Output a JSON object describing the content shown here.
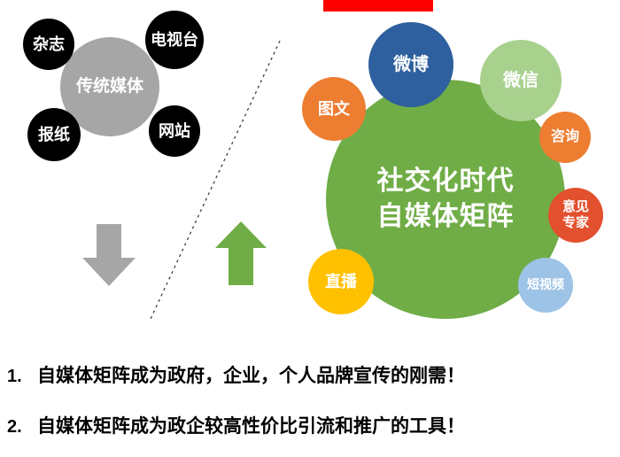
{
  "top_bar": {
    "color": "#ff0000"
  },
  "divider": {
    "color": "#3f3f3f"
  },
  "arrows": {
    "down_color": "#a6a6a6",
    "up_color": "#70ad47"
  },
  "left_cluster": {
    "center": {
      "label": "传统媒体",
      "color": "#a6a6a6"
    },
    "satellites": [
      {
        "label": "杂志",
        "color": "#000000"
      },
      {
        "label": "电视台",
        "color": "#000000"
      },
      {
        "label": "报纸",
        "color": "#000000"
      },
      {
        "label": "网站",
        "color": "#000000"
      }
    ]
  },
  "right_cluster": {
    "center": {
      "line1": "社交化时代",
      "line2": "自媒体矩阵",
      "color": "#70ad47"
    },
    "satellites": [
      {
        "label": "微博",
        "color": "#2e5f9e"
      },
      {
        "label": "微信",
        "color": "#a9d18e"
      },
      {
        "label": "图文",
        "color": "#ed7d31"
      },
      {
        "label": "咨询",
        "color": "#ed7d31"
      },
      {
        "label": "意见专家",
        "line1": "意见",
        "line2": "专家",
        "color": "#e2502e"
      },
      {
        "label": "短视频",
        "color": "#9dc3e6"
      },
      {
        "label": "直播",
        "color": "#ffc000"
      }
    ]
  },
  "bullets": [
    {
      "number": "1.",
      "text": "自媒体矩阵成为政府，企业，个人品牌宣传的刚需！"
    },
    {
      "number": "2.",
      "text": "自媒体矩阵成为政企较高性价比引流和推广的工具！"
    }
  ]
}
